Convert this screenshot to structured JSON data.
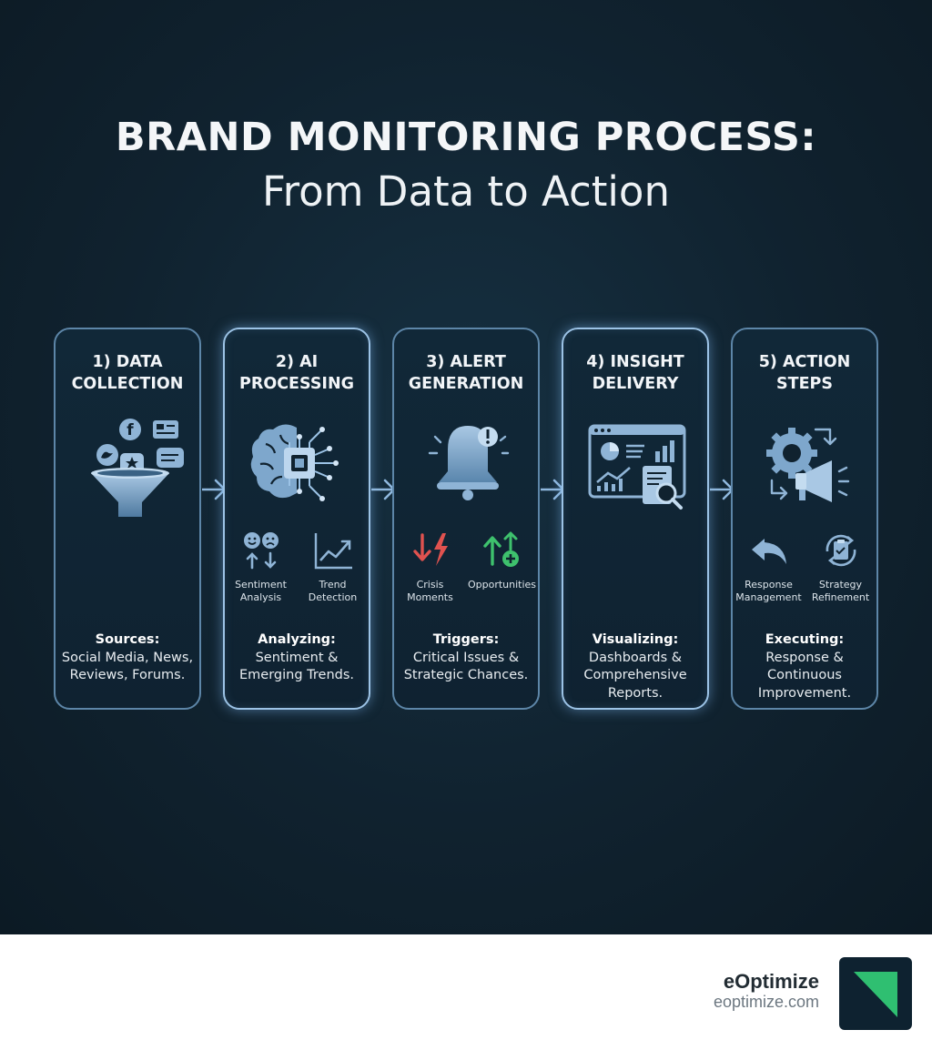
{
  "header": {
    "title": "BRAND MONITORING PROCESS:",
    "subtitle": "From Data to Action"
  },
  "steps": [
    {
      "title_lines": [
        "1) DATA",
        "COLLECTION"
      ],
      "icon": "social-funnel-icon",
      "sub_items": [],
      "bottom_lead": "Sources:",
      "bottom_lines": [
        "Social Media, News,",
        "Reviews, Forums."
      ]
    },
    {
      "title_lines": [
        "2) AI",
        "PROCESSING"
      ],
      "icon": "ai-brain-chip-icon",
      "sub_items": [
        {
          "icon": "sentiment-faces-icon",
          "label_lines": [
            "Sentiment",
            "Analysis"
          ]
        },
        {
          "icon": "trend-chart-icon",
          "label_lines": [
            "Trend",
            "Detection"
          ]
        }
      ],
      "bottom_lead": "Analyzing:",
      "bottom_lines": [
        "Sentiment &",
        "Emerging Trends."
      ]
    },
    {
      "title_lines": [
        "3) ALERT",
        "GENERATION"
      ],
      "icon": "alert-bell-icon",
      "sub_items": [
        {
          "icon": "crisis-down-icon",
          "label_lines": [
            "Crisis",
            "Moments"
          ]
        },
        {
          "icon": "opportunity-up-icon",
          "label_lines": [
            "Opportunities"
          ]
        }
      ],
      "bottom_lead": "Triggers:",
      "bottom_lines": [
        "Critical Issues &",
        "Strategic Chances."
      ]
    },
    {
      "title_lines": [
        "4) INSIGHT",
        "DELIVERY"
      ],
      "icon": "dashboard-report-icon",
      "sub_items": [],
      "bottom_lead": "Visualizing:",
      "bottom_lines": [
        "Dashboards &",
        "Comprehensive",
        "Reports."
      ]
    },
    {
      "title_lines": [
        "5) ACTION",
        "STEPS"
      ],
      "icon": "gear-megaphone-icon",
      "sub_items": [
        {
          "icon": "reply-arrow-icon",
          "label_lines": [
            "Response",
            "Management"
          ]
        },
        {
          "icon": "strategy-cycle-icon",
          "label_lines": [
            "Strategy",
            "Refinement"
          ]
        }
      ],
      "bottom_lead": "Executing:",
      "bottom_lines": [
        "Response &",
        "Continuous",
        "Improvement."
      ]
    }
  ],
  "footer": {
    "brand_name": "eOptimize",
    "brand_url": "eoptimize.com",
    "logo_icon": "eoptimize-logo-icon",
    "logo_colors": {
      "background": "#0e2230",
      "accent": "#2fbf71"
    }
  },
  "colors": {
    "background": "#10222f",
    "card_border": "#5d86a8",
    "card_border_glow": "#9cc3e6",
    "icon_blue": "#7ea7cc",
    "negative": "#e0524f",
    "positive": "#3ec16d"
  }
}
